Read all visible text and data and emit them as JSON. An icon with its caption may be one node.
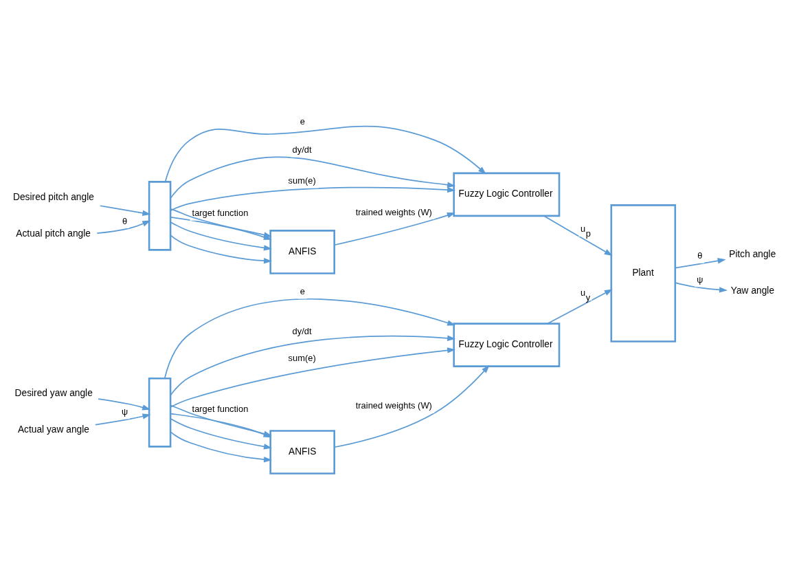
{
  "diagram": {
    "nodes": [
      {
        "text": [
          "Desired pitch angle"
        ]
      },
      {
        "text": [
          "Actual pitch angle"
        ]
      },
      {
        "text": [],
        "shape": "box"
      },
      {
        "text": [
          "ANFIS"
        ]
      },
      {
        "text": [
          "Fuzzy Logic Controller"
        ]
      },
      {
        "text": [
          "Plant"
        ]
      },
      {
        "text": [
          "Pitch angle"
        ]
      },
      {
        "text": [
          "Desired yaw angle"
        ]
      },
      {
        "text": [
          "Actual yaw angle"
        ]
      },
      {
        "text": [],
        "shape": "box"
      },
      {
        "text": [
          "ANFIS"
        ]
      },
      {
        "text": [
          "Fuzzy Logic Controller"
        ]
      },
      {
        "text": [
          "Yaw angle"
        ]
      }
    ],
    "edges": [
      {
        "from": 0,
        "to": 2,
        "arrow": "to"
      },
      {
        "from": 1,
        "to": 2,
        "arrow": "to",
        "label": "θ"
      },
      {
        "from": 2,
        "to": 3,
        "arrow": "to",
        "label": "target function"
      },
      {
        "from": 2,
        "to": 4,
        "arrow": "to",
        "label": "e"
      },
      {
        "from": 2,
        "to": 4,
        "arrow": "to",
        "label": "dy/dt"
      },
      {
        "from": 2,
        "to": 4,
        "arrow": "to",
        "label": "sum(e)"
      },
      {
        "from": 2,
        "to": 3,
        "arrow": "to"
      },
      {
        "from": 2,
        "to": 3,
        "arrow": "to"
      },
      {
        "from": 2,
        "to": 3,
        "arrow": "to"
      },
      {
        "from": 3,
        "to": 4,
        "arrow": "to",
        "label": "trained weights (W)"
      },
      {
        "from": 4,
        "to": 5,
        "arrow": "to",
        "label": "u$_{p}$"
      },
      {
        "from": 5,
        "to": 6,
        "arrow": "to",
        "label": "θ"
      },
      {
        "from": 7,
        "to": 9,
        "arrow": "to"
      },
      {
        "from": 8,
        "to": 9,
        "arrow": "to",
        "label": "ψ"
      },
      {
        "from": 9,
        "to": 10,
        "arrow": "to",
        "label": "target function"
      },
      {
        "from": 9,
        "to": 11,
        "arrow": "to",
        "label": "e"
      },
      {
        "from": 9,
        "to": 11,
        "arrow": "to",
        "label": "dy/dt"
      },
      {
        "from": 9,
        "to": 11,
        "arrow": "to",
        "label": "sum(e)"
      },
      {
        "from": 9,
        "to": 10,
        "arrow": "to"
      },
      {
        "from": 9,
        "to": 10,
        "arrow": "to"
      },
      {
        "from": 9,
        "to": 10,
        "arrow": "to"
      },
      {
        "from": 10,
        "to": 11,
        "arrow": "to",
        "label": "trained weights (W)"
      },
      {
        "from": 11,
        "to": 5,
        "arrow": "to",
        "label": "u$_{y}$"
      },
      {
        "from": 5,
        "to": 12,
        "arrow": "to",
        "label": "ψ"
      }
    ]
  }
}
